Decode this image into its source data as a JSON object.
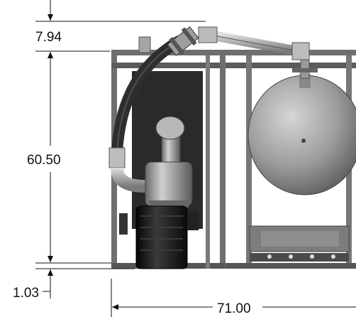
{
  "dimensions": {
    "top_gap": "7.94",
    "height": "60.50",
    "bottom_gap": "1.03",
    "width": "71.00"
  },
  "colors": {
    "frame": "#6f6f6f",
    "frame_dark": "#3c3c3c",
    "tank": "#9a9a9a",
    "motor": "#1a1a1a",
    "hose": "#2e2e2e",
    "dimension_line": "#111111"
  }
}
